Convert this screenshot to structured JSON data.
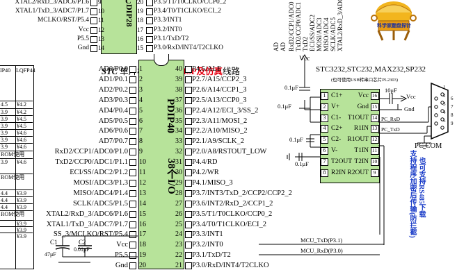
{
  "top_chip": {
    "part_label_fragment": "DIP28",
    "left_pins": [
      {
        "name": "XTAL2/RxD_3/ADC6/P1.6",
        "num": "9"
      },
      {
        "name": "XTAL1/TxD_3/ADC7/P1.7",
        "num": "10"
      },
      {
        "name": "MCLKO/RST/P5.4",
        "num": "11"
      },
      {
        "name": "Vcc",
        "num": "12"
      },
      {
        "name": "P5.5",
        "num": "13"
      },
      {
        "name": "Gnd",
        "num": "14"
      }
    ],
    "right_pins": [
      {
        "name": "P3.5/T1/T0CLKO/CCP0_2",
        "num": "20"
      },
      {
        "name": "P3.4/T0/T1CLKO/ECI_2",
        "num": "19"
      },
      {
        "name": "P3.3/INT1",
        "num": "18"
      },
      {
        "name": "P3.2/INT0",
        "num": "17"
      },
      {
        "name": "P3.1/TxD/T2",
        "num": "16"
      },
      {
        "name": "P3.0/RxD/INT4/T2CLKO",
        "num": "15"
      }
    ]
  },
  "top_vertical_labels": [
    "RxD2/CCP1/ADC0",
    "TxD2/CCP0/ADC1",
    "TxD2",
    "ECI/SS/ADC2",
    "MOSI/ADC3",
    "MISO/ADC4",
    "SCLK/ADC5",
    "XTAL2/RxD_3/ADC6",
    "AD",
    "AD"
  ],
  "programming_title": {
    "stc": "STC",
    "middle": " 单片机在线编程/",
    "isp": "ISP及仿真",
    "tail": "线路"
  },
  "main_chip": {
    "name": "PDIP40",
    "io": "38个I/O",
    "left_pins": [
      {
        "name": "AD0/P0.0",
        "num": "1"
      },
      {
        "name": "AD1/P0.1",
        "num": "2"
      },
      {
        "name": "AD2/P0.2",
        "num": "3"
      },
      {
        "name": "AD3/P0.3",
        "num": "4"
      },
      {
        "name": "AD4/P0.4",
        "num": "5"
      },
      {
        "name": "AD5/P0.5",
        "num": "6"
      },
      {
        "name": "AD6/P0.6",
        "num": "7"
      },
      {
        "name": "AD7/P0.7",
        "num": "8"
      },
      {
        "name": "RxD2/CCP1/ADC0/P1.0",
        "num": "9"
      },
      {
        "name": "TxD2/CCP0/ADC1/P1.1",
        "num": "10"
      },
      {
        "name": "ECI/SS/ADC2/P1.2",
        "num": "11"
      },
      {
        "name": "MOSI/ADC3/P1.3",
        "num": "12"
      },
      {
        "name": "MISO/ADC4/P1.4",
        "num": "13"
      },
      {
        "name": "SCLK/ADC5/P1.5",
        "num": "14"
      },
      {
        "name": "XTAL2/RxD_3/ADC6/P1.6",
        "num": "15"
      },
      {
        "name": "XTAL1/TxD_3/ADC7/P1.7",
        "num": "16"
      },
      {
        "name": "SS_3/MCLKO/RST/P5.4",
        "num": "17"
      },
      {
        "name": "Vcc",
        "num": "18"
      },
      {
        "name": "P5.5",
        "num": "19"
      },
      {
        "name": "Gnd",
        "num": "20"
      }
    ],
    "right_pins": [
      {
        "name": "P4.5/ALE",
        "num": "40"
      },
      {
        "name": "P2.7/A15/CCP2_3",
        "num": "39"
      },
      {
        "name": "P2.6/A14/CCP1_3",
        "num": "38"
      },
      {
        "name": "P2.5/A13/CCP0_3",
        "num": "37"
      },
      {
        "name": "P2.4/A12/ECI_3/SS_2",
        "num": "36"
      },
      {
        "name": "P2.3/A11/MOSI_2",
        "num": "35"
      },
      {
        "name": "P2.2/A10/MISO_2",
        "num": "34"
      },
      {
        "name": "P2.1/A9/SCLK_2",
        "num": "33"
      },
      {
        "name": "P2.0/A8/RSTOUT_LOW",
        "num": "32"
      },
      {
        "name": "P4.4/RD",
        "num": "31"
      },
      {
        "name": "P4.2/WR",
        "num": "30"
      },
      {
        "name": "P4.1/MISO_3",
        "num": "29"
      },
      {
        "name": "P3.7/INT3/TxD_2/CCP2/CCP2_2",
        "num": "28"
      },
      {
        "name": "P3.6/INT2/RxD_2/CCP1_2",
        "num": "27"
      },
      {
        "name": "P3.5/T1/T0CLKO/CCP0_2",
        "num": "26"
      },
      {
        "name": "P3.4/T0/T1CLKO/ECI_2",
        "num": "25"
      },
      {
        "name": "P3.3/INT1",
        "num": "24"
      },
      {
        "name": "P3.2/INT0",
        "num": "23"
      },
      {
        "name": "P3.1/TxD/T2",
        "num": "22"
      },
      {
        "name": "P3.0/RxD/INT4/T2CLKO",
        "num": "21"
      }
    ]
  },
  "left_table": {
    "headers": [
      "IP40",
      "LQFP44"
    ],
    "rows": [
      [
        "4.5",
        "¥4.2"
      ],
      [
        "3.9",
        "¥4.2"
      ],
      [
        "3.9",
        "¥4.5"
      ],
      [
        "3.9",
        "¥4.5"
      ],
      [
        "3.9",
        "¥4.6"
      ],
      [
        "3.9",
        "¥4.6"
      ],
      [
        "3.9",
        "¥4.6"
      ],
      [
        "ROM使用",
        ""
      ],
      [
        "3.9",
        "¥4.6"
      ],
      [
        "ROM使用",
        ""
      ],
      [
        "4.4",
        "¥3.9"
      ],
      [
        "4.4",
        "¥3.9"
      ],
      [
        "4.4",
        "¥3.9"
      ],
      [
        "ROM使用",
        ""
      ],
      [
        "",
        "¥3.9"
      ],
      [
        "",
        "¥3.9"
      ],
      [
        "",
        "¥3.9"
      ]
    ]
  },
  "caps_bottom": {
    "c1": "C1",
    "c1_val": "47μF",
    "c2": "C2",
    "c2_val": "0.01μF"
  },
  "max232": {
    "vcc": "Vcc",
    "title": "STC3232,STC232,MAX232,SP232",
    "subtitle": "(也可使用USB转串口芯片PL2303)",
    "left_pins": [
      {
        "name": "C1+",
        "num": "1"
      },
      {
        "name": "V+",
        "num": "2"
      },
      {
        "name": "C1-",
        "num": "3"
      },
      {
        "name": "C2+",
        "num": "4"
      },
      {
        "name": "C2-",
        "num": "5"
      },
      {
        "name": "V-",
        "num": "6"
      },
      {
        "name": "T2OUT",
        "num": "7"
      },
      {
        "name": "R2IN",
        "num": "8"
      }
    ],
    "right_pins": [
      {
        "name": "Vcc",
        "num": "16"
      },
      {
        "name": "Gnd",
        "num": "15"
      },
      {
        "name": "T1OUT",
        "num": "14"
      },
      {
        "name": "R1IN",
        "num": "13"
      },
      {
        "name": "R1OUT",
        "num": "12"
      },
      {
        "name": "T1IN",
        "num": "11"
      },
      {
        "name": "T2IN",
        "num": "10"
      },
      {
        "name": "R2OUT",
        "num": "9"
      }
    ],
    "cap_labels": [
      "0.1μF",
      "0.1μF",
      "0.1μF",
      "0.1μF",
      "10μF"
    ],
    "right_vcc": "Vcc",
    "right_gnd": "Gnd",
    "pc_rxd": "PC_RxD",
    "pc_txd": "PC_TxD"
  },
  "db9": {
    "label": "PC COM",
    "pins": [
      "1",
      "2",
      "3",
      "4",
      "5",
      "6",
      "7",
      "8",
      "9"
    ]
  },
  "mcu_nets": {
    "txd": "MCU_TxD(P3.1)",
    "rxd": "MCU_RxD(P3.0)"
  },
  "side_note": {
    "line1": "支持程序加密后传输(防拦截)",
    "line2": "也可支持RS485下载"
  },
  "logo_text": "科学家翻盘探针",
  "colors": {
    "chip_fill": "#b7e39a",
    "red": "#e60012",
    "blue": "#1a3cc8",
    "logo_gold": "#e8a316"
  }
}
